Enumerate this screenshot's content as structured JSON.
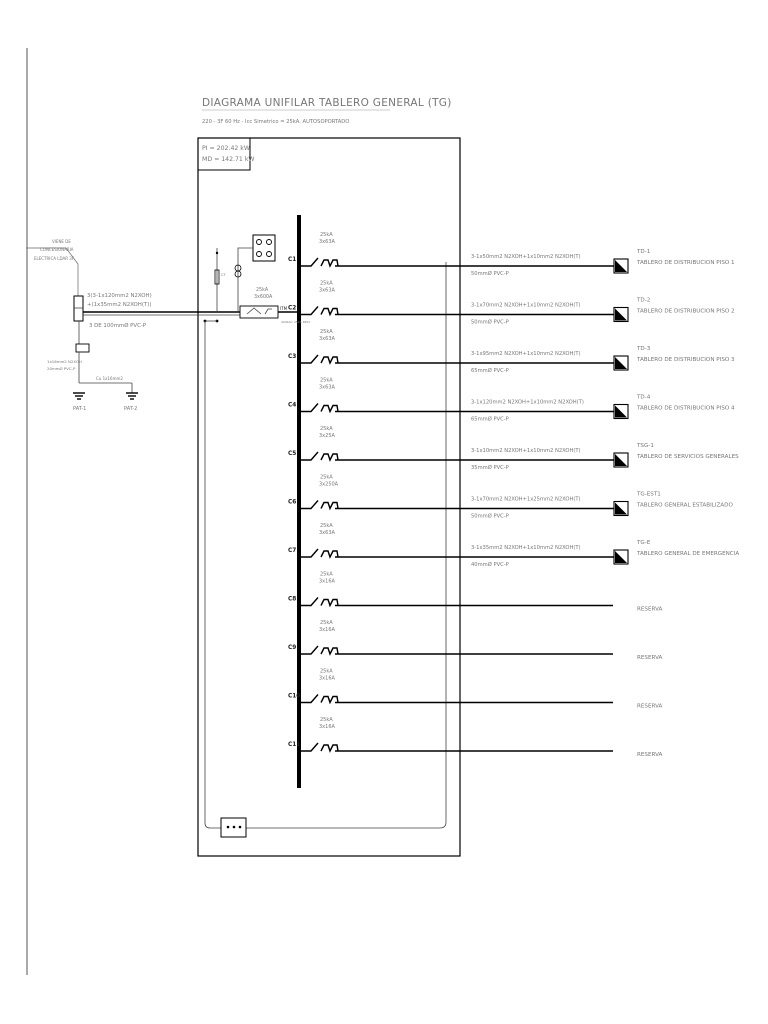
{
  "title": "DIAGRAMA UNIFILAR TABLERO GENERAL (TG)",
  "subtitle": "220 - 3F 60 Hz  - Icc Simetrico = 25kA. AUTOSOPORTADO",
  "power": {
    "pi": "PI = 202.42 kW",
    "md": "MD = 142.71 kW"
  },
  "feed": {
    "source_label": [
      "VIENE DE",
      "CONCESIONARIA",
      "ELECTRICA LDAR 3F"
    ],
    "cable": [
      "3(3-1x120mm2 N2XOH)",
      "+(1x35mm2 N2XOH(T))"
    ],
    "duct": "3 DE 100mmØ PVC-P",
    "ground_cable": [
      "1x16mm2 N2XOH",
      "20mmØ PVC-P"
    ],
    "ground_link": "Cu 1x16mm2",
    "pat1": "PAT-1",
    "pat2": "PAT-2"
  },
  "main_breaker": {
    "rating": "25kA",
    "poles": "3x600A",
    "tag": "ITM",
    "note": "400kAic 25kA 380V"
  },
  "circuits": [
    {
      "id": "C1",
      "rating": "25kA",
      "poles": "3x63A",
      "cable": "3-1x50mm2 N2XOH+1x10mm2 N2XOH(T)",
      "duct": "50mmØ PVC-P",
      "dest_code": "TD-1",
      "dest_name": "TABLERO DE DISTRIBUCION PISO 1",
      "reserve": false
    },
    {
      "id": "C2",
      "rating": "25kA",
      "poles": "3x63A",
      "cable": "3-1x70mm2 N2XOH+1x10mm2 N2XOH(T)",
      "duct": "50mmØ PVC-P",
      "dest_code": "TD-2",
      "dest_name": "TABLERO DE DISTRIBUCION PISO 2",
      "reserve": false
    },
    {
      "id": "C3",
      "rating": "25kA",
      "poles": "3x63A",
      "cable": "3-1x95mm2 N2XOH+1x10mm2 N2XOH(T)",
      "duct": "65mmØ PVC-P",
      "dest_code": "TD-3",
      "dest_name": "TABLERO DE DISTRIBUCION PISO 3",
      "reserve": false
    },
    {
      "id": "C4",
      "rating": "25kA",
      "poles": "3x63A",
      "cable": "3-1x120mm2 N2XOH+1x10mm2 N2XOH(T)",
      "duct": "65mmØ PVC-P",
      "dest_code": "TD-4",
      "dest_name": "TABLERO DE DISTRIBUCION PISO 4",
      "reserve": false
    },
    {
      "id": "C5",
      "rating": "25kA",
      "poles": "3x25A",
      "cable": "3-1x10mm2 N2XOH+1x10mm2 N2XOH(T)",
      "duct": "35mmØ PVC-P",
      "dest_code": "TSG-1",
      "dest_name": "TABLERO DE SERVICIOS GENERALES",
      "reserve": false
    },
    {
      "id": "C6",
      "rating": "25kA",
      "poles": "3x250A",
      "cable": "3-1x70mm2 N2XOH+1x25mm2 N2XOH(T)",
      "duct": "50mmØ PVC-P",
      "dest_code": "TG-EST1",
      "dest_name": "TABLERO GENERAL ESTABILIZADO",
      "reserve": false
    },
    {
      "id": "C7",
      "rating": "25kA",
      "poles": "3x63A",
      "cable": "3-1x35mm2 N2XOH+1x10mm2 N2XOH(T)",
      "duct": "40mmØ PVC-P",
      "dest_code": "TG-E",
      "dest_name": "TABLERO GENERAL DE EMERGENCIA",
      "reserve": false
    },
    {
      "id": "C8",
      "rating": "25kA",
      "poles": "3x16A",
      "cable": "",
      "duct": "",
      "dest_code": "",
      "dest_name": "RESERVA",
      "reserve": true
    },
    {
      "id": "C9",
      "rating": "25kA",
      "poles": "3x16A",
      "cable": "",
      "duct": "",
      "dest_code": "",
      "dest_name": "RESERVA",
      "reserve": true
    },
    {
      "id": "C10",
      "rating": "25kA",
      "poles": "3x16A",
      "cable": "",
      "duct": "",
      "dest_code": "",
      "dest_name": "RESERVA",
      "reserve": true
    },
    {
      "id": "C11",
      "rating": "25kA",
      "poles": "3x16A",
      "cable": "",
      "duct": "",
      "dest_code": "",
      "dest_name": "RESERVA",
      "reserve": true
    }
  ]
}
